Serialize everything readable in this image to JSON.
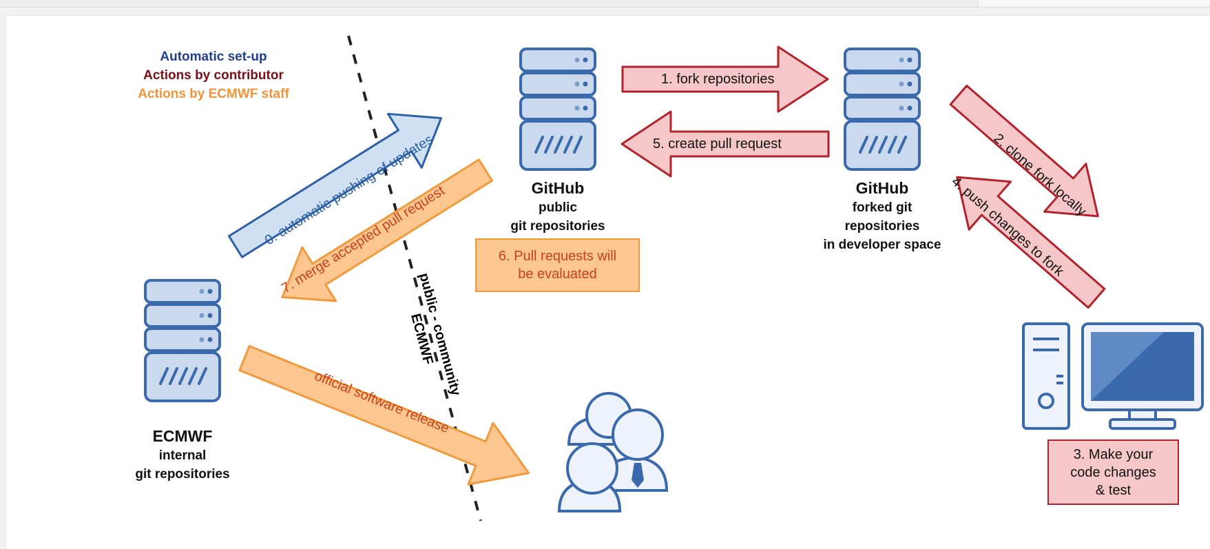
{
  "legend": {
    "automatic": "Automatic set-up",
    "contributor": "Actions by contributor",
    "staff": "Actions by ECMWF staff"
  },
  "nodes": {
    "github_public": {
      "title": "GitHub",
      "line1": "public",
      "line2": "git repositories"
    },
    "github_fork": {
      "title": "GitHub",
      "line1": "forked git",
      "line2": "repositories",
      "line3": "in developer space"
    },
    "ecmwf": {
      "title": "ECMWF",
      "line1": "internal",
      "line2": "git repositories"
    }
  },
  "arrows": {
    "fork": "1. fork repositories",
    "clone": "2. clone fork locally",
    "push": "4. push changes to fork",
    "pull_request": "5. create pull request",
    "auto_push": "0. automatic pushing of updates",
    "merge": "7. merge accepted pull request",
    "release": "official software release"
  },
  "boxes": {
    "evaluate_line1": "6. Pull requests will",
    "evaluate_line2": "be evaluated",
    "changes_line1": "3. Make your",
    "changes_line2": "code changes",
    "changes_line3": "& test"
  },
  "divider": {
    "line1": "public - community",
    "line2": "ECMWF"
  },
  "colors": {
    "automatic": "#1f3f8f",
    "contributor": "#7a0f17",
    "staff": "#f0943a",
    "blue_fill": "#cfe0f3",
    "blue_stroke": "#2c5fa8",
    "red_fill": "#f5c7c9",
    "red_stroke": "#b3212b",
    "orange_fill": "#fbc690",
    "orange_stroke": "#f19a3c",
    "icon_fill": "#cad9ee",
    "icon_stroke": "#3a6aab"
  }
}
